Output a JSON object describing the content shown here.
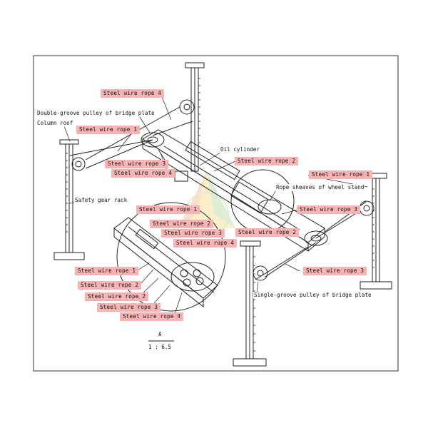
{
  "labels": {
    "rope4_top": "Steel wire rope 4",
    "double_pulley": "Double-groove pulley of bridge plate",
    "column_roof": "Column roof",
    "rope1_left": "Steel wire rope 1",
    "oil_cylinder": "Oil cylinder",
    "rope2_mid": "Steel wire rope 2",
    "rope3_left": "Steel wire rope 3",
    "rope4_left": "Steel wire rope 4",
    "rope1_right": "Steel wire rope 1",
    "rope_sheaves": "Rope sheaves of wheel stand",
    "safety_gear_rack": "Safety gear rack",
    "rope3_right": "Steel wire rope 3",
    "d_rope1": "Steel wire rope 1",
    "d_rope2": "Steel wire rope 2",
    "d_rope3": "Steel wire rope 3",
    "d_rope4": "Steel wire rope 4",
    "rope2_right": "Steel wire rope 2",
    "b_rope1": "Steel wire rope 1",
    "b_rope2a": "Steel wire rope 2",
    "b_rope2b": "Steel wire rope 2",
    "b_rope3": "Steel wire rope 3",
    "b_rope4": "Steel wire rope 4",
    "rope3_low": "Steel wire rope 3",
    "single_pulley": "Single-groove pulley of bridge plate",
    "detail_letter": "A",
    "detail_scale": "1 : 6.5"
  },
  "colors": {
    "label_bg": "#f6b3b3",
    "line": "#222222",
    "frame": "#333333"
  }
}
